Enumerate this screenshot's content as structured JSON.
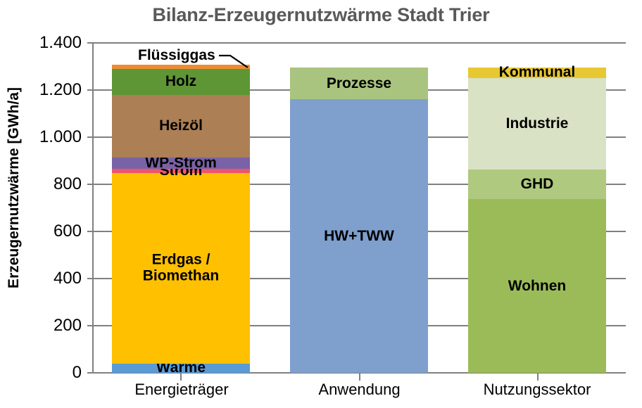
{
  "chart_data": {
    "type": "bar",
    "subtype": "stacked",
    "title": "Bilanz-Erzeugernutzwärme Stadt Trier",
    "xlabel": "",
    "ylabel": "Erzeugernutzwärme [GWh/a]",
    "ylim": [
      0,
      1400
    ],
    "ytick_labels": [
      "1.400",
      "1.200",
      "1.000",
      "800",
      "600",
      "400",
      "200",
      "0"
    ],
    "ytick_values": [
      1400,
      1200,
      1000,
      800,
      600,
      400,
      200,
      0
    ],
    "ytick_step": 200,
    "grid": true,
    "legend": "none (segments labelled in place)",
    "categories": [
      "Energieträger",
      "Anwendung",
      "Nutzungssektor"
    ],
    "bars": [
      {
        "category": "Energieträger",
        "total": 1308,
        "segments": [
          {
            "name": "Wärme",
            "value": 39,
            "color": "#5B9BD5",
            "label": "Wärme",
            "label_visible": true
          },
          {
            "name": "Erdgas / Biomethan",
            "value": 809,
            "color": "#FFC000",
            "label": "Erdgas /\nBiomethan",
            "label_visible": true
          },
          {
            "name": "Strom",
            "value": 18,
            "color": "#EF546B",
            "label": "Strom",
            "label_visible": true
          },
          {
            "name": "WP-Strom",
            "value": 48,
            "color": "#7A62A6",
            "label": "WP-Strom",
            "label_visible": true
          },
          {
            "name": "Heizöl",
            "value": 266,
            "color": "#AC7F55",
            "label": "Heizöl",
            "label_visible": true
          },
          {
            "name": "Holz",
            "value": 110,
            "color": "#5E9635",
            "label": "Holz",
            "label_visible": true
          },
          {
            "name": "Flüssiggas",
            "value": 18,
            "color": "#ED8B33",
            "label": "Flüssiggas",
            "label_visible": false
          }
        ],
        "callout": {
          "text": "Flüssiggas",
          "points_to": "Flüssiggas"
        }
      },
      {
        "category": "Anwendung",
        "total": 1295,
        "segments": [
          {
            "name": "HW+TWW",
            "value": 1160,
            "color": "#7F9FCD",
            "label": "HW+TWW",
            "label_visible": true
          },
          {
            "name": "Prozesse",
            "value": 135,
            "color": "#A9C47F",
            "label": "Prozesse",
            "label_visible": true
          }
        ]
      },
      {
        "category": "Nutzungssektor",
        "total": 1295,
        "segments": [
          {
            "name": "Wohnen",
            "value": 737,
            "color": "#9BBB59",
            "label": "Wohnen",
            "label_visible": true
          },
          {
            "name": "GHD",
            "value": 125,
            "color": "#AFC97F",
            "label": "GHD",
            "label_visible": true
          },
          {
            "name": "Industrie",
            "value": 390,
            "color": "#D9E2C4",
            "label": "Industrie",
            "label_visible": true
          },
          {
            "name": "Kommunal",
            "value": 43,
            "color": "#E8C832",
            "label": "Kommunal",
            "label_visible": true
          }
        ]
      }
    ],
    "colors": {
      "title": "#595959",
      "axis": "#808080",
      "text": "#000000",
      "background": "#FFFFFF"
    }
  }
}
